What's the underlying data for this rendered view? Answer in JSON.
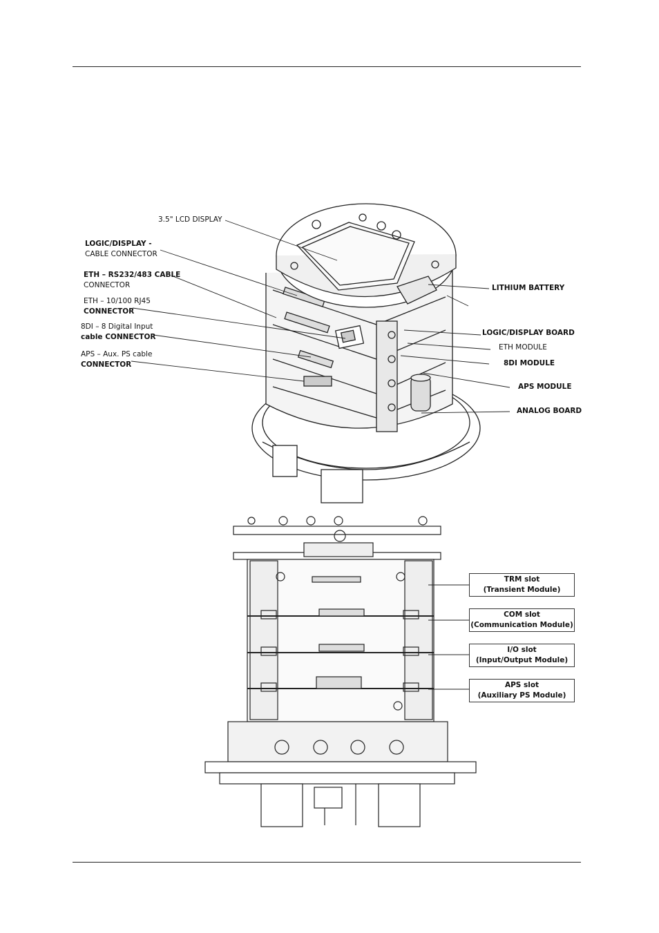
{
  "figure1": {
    "labels": {
      "lcd_display": "3.5\" LCD DISPLAY",
      "logic_display_cable_1": "LOGIC/DISPLAY -",
      "logic_display_cable_2": "CABLE CONNECTOR",
      "eth_rs232_1": "ETH – RS232/483 CABLE",
      "eth_rs232_2": "CONNECTOR",
      "eth_rj45_1": "ETH – 10/100 RJ45",
      "eth_rj45_2": "CONNECTOR",
      "di8_1": "8DI – 8 Digital Input",
      "di8_2": "cable CONNECTOR",
      "aps_1": "APS – Aux. PS cable",
      "aps_2": "CONNECTOR",
      "lithium_battery": "LITHIUM BATTERY",
      "logic_display_board": "LOGIC/DISPLAY BOARD",
      "eth_module": "ETH MODULE",
      "di8_module": "8DI MODULE",
      "aps_module": "APS MODULE",
      "analog_board": "ANALOG BOARD"
    }
  },
  "figure2": {
    "slots": [
      {
        "line1": "TRM slot",
        "line2": "(Transient Module)"
      },
      {
        "line1": "COM slot",
        "line2": "(Communication Module)"
      },
      {
        "line1": "I/O slot",
        "line2": "(Input/Output Module)"
      },
      {
        "line1": "APS slot",
        "line2": "(Auxiliary PS Module)"
      }
    ]
  }
}
